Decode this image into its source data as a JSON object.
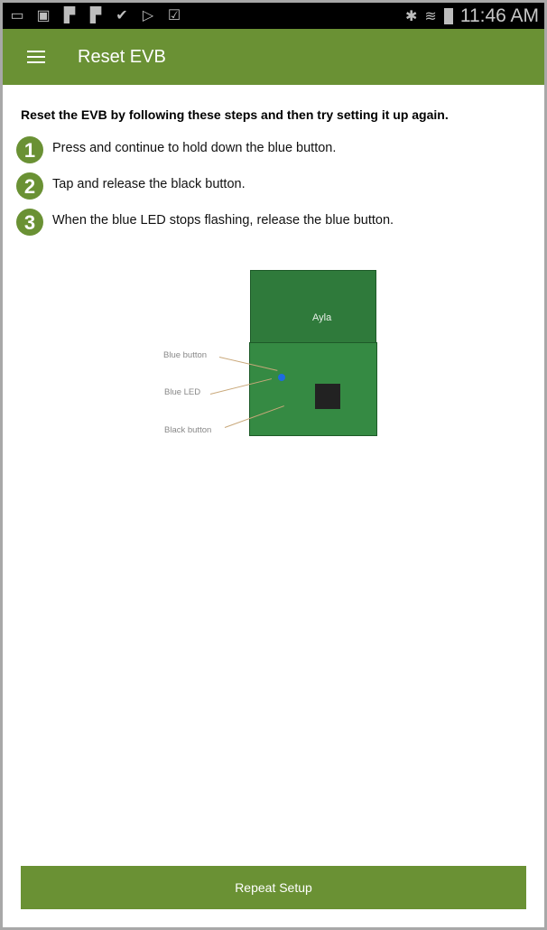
{
  "status_bar": {
    "time": "11:46 AM",
    "icons": [
      "cast-icon",
      "gallery-icon",
      "flipboard-icon",
      "flipboard-icon",
      "check-icon",
      "play-store-icon",
      "task-icon"
    ],
    "right_icons": [
      "bluetooth-icon",
      "wifi-icon",
      "battery-icon"
    ]
  },
  "app_bar": {
    "title": "Reset EVB",
    "menu_icon": "hamburger-menu-icon"
  },
  "content": {
    "intro": "Reset the EVB by following these steps and then try setting it up again.",
    "steps": [
      {
        "number": "1",
        "text": "Press and continue to hold down the blue button."
      },
      {
        "number": "2",
        "text": "Tap and release the black button."
      },
      {
        "number": "3",
        "text": "When the blue LED stops flashing, release the blue button."
      }
    ],
    "image": {
      "labels": [
        "Blue button",
        "Blue LED",
        "Black button"
      ],
      "logo": "Ayla"
    }
  },
  "repeat_button": "Repeat Setup",
  "colors": {
    "accent": "#6a9134"
  }
}
